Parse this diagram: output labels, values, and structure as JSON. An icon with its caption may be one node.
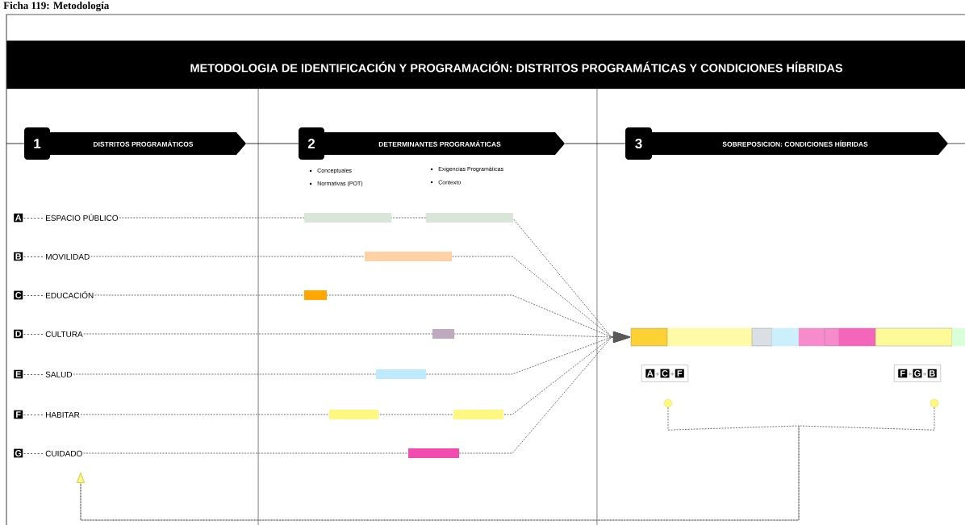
{
  "diagram": {
    "title": "Ficha 119: Metodología",
    "nodes": [
      {
        "text": [
          "METODOLOGIA DE IDENTIFICACIÓN Y PROGRAMACIÓN: DISTRITOS PROGRAMÁTICAS Y CONDICIONES HÍBRIDAS"
        ]
      },
      {
        "text": [
          "1",
          "DISTRITOS PROGRAMÁTICOS"
        ]
      },
      {
        "text": [
          "2",
          "DETERMINANTES PROGRAMÁTICAS"
        ]
      },
      {
        "text": [
          "3",
          "SOBREPOSICION: CONDICIONES HÍBRIDAS"
        ]
      },
      {
        "text": [
          "A"
        ],
        "beside": [
          "ESPACIO PÚBLICO"
        ]
      },
      {
        "text": [
          "B"
        ],
        "beside": [
          "MOVILIDAD"
        ]
      },
      {
        "text": [
          "C"
        ],
        "beside": [
          "EDUCACIÓN"
        ]
      },
      {
        "text": [
          "D"
        ],
        "beside": [
          "CULTURA"
        ]
      },
      {
        "text": [
          "E"
        ],
        "beside": [
          "SALUD"
        ]
      },
      {
        "text": [
          "F"
        ],
        "beside": [
          "HABITAR"
        ]
      },
      {
        "text": [
          "G"
        ],
        "beside": [
          "CUIDADO"
        ]
      },
      {
        "text": [],
        "shape": "bar"
      },
      {
        "text": [
          "A",
          "+",
          "C",
          "+",
          "F"
        ]
      },
      {
        "text": [
          "F",
          "+",
          "G",
          "+",
          "B"
        ]
      },
      {
        "text": [],
        "shape": "circle"
      },
      {
        "text": [],
        "shape": "circle"
      }
    ],
    "edges": [
      {
        "from": 1,
        "to": 2,
        "arrow": "none",
        "color": "#000000"
      },
      {
        "from": 2,
        "to": 3,
        "arrow": "none",
        "color": "#000000"
      },
      {
        "from": 4,
        "to": 11,
        "arrow": "to",
        "style": "dashed"
      },
      {
        "from": 5,
        "to": 11,
        "arrow": "to",
        "style": "dashed"
      },
      {
        "from": 6,
        "to": 11,
        "arrow": "to",
        "style": "dashed"
      },
      {
        "from": 7,
        "to": 11,
        "arrow": "to",
        "style": "dashed"
      },
      {
        "from": 8,
        "to": 11,
        "arrow": "to",
        "style": "dashed"
      },
      {
        "from": 9,
        "to": 11,
        "arrow": "to",
        "style": "dashed"
      },
      {
        "from": 10,
        "to": 11,
        "arrow": "to",
        "style": "dashed"
      },
      {
        "from": 14,
        "to": null,
        "arrow": "to",
        "style": "dashed"
      },
      {
        "from": 15,
        "to": null,
        "arrow": "to",
        "style": "dashed"
      }
    ],
    "labels": [
      "Conceptuales",
      "Exigencias Programáticas",
      "Normativas (POT)",
      "Contexto"
    ]
  }
}
